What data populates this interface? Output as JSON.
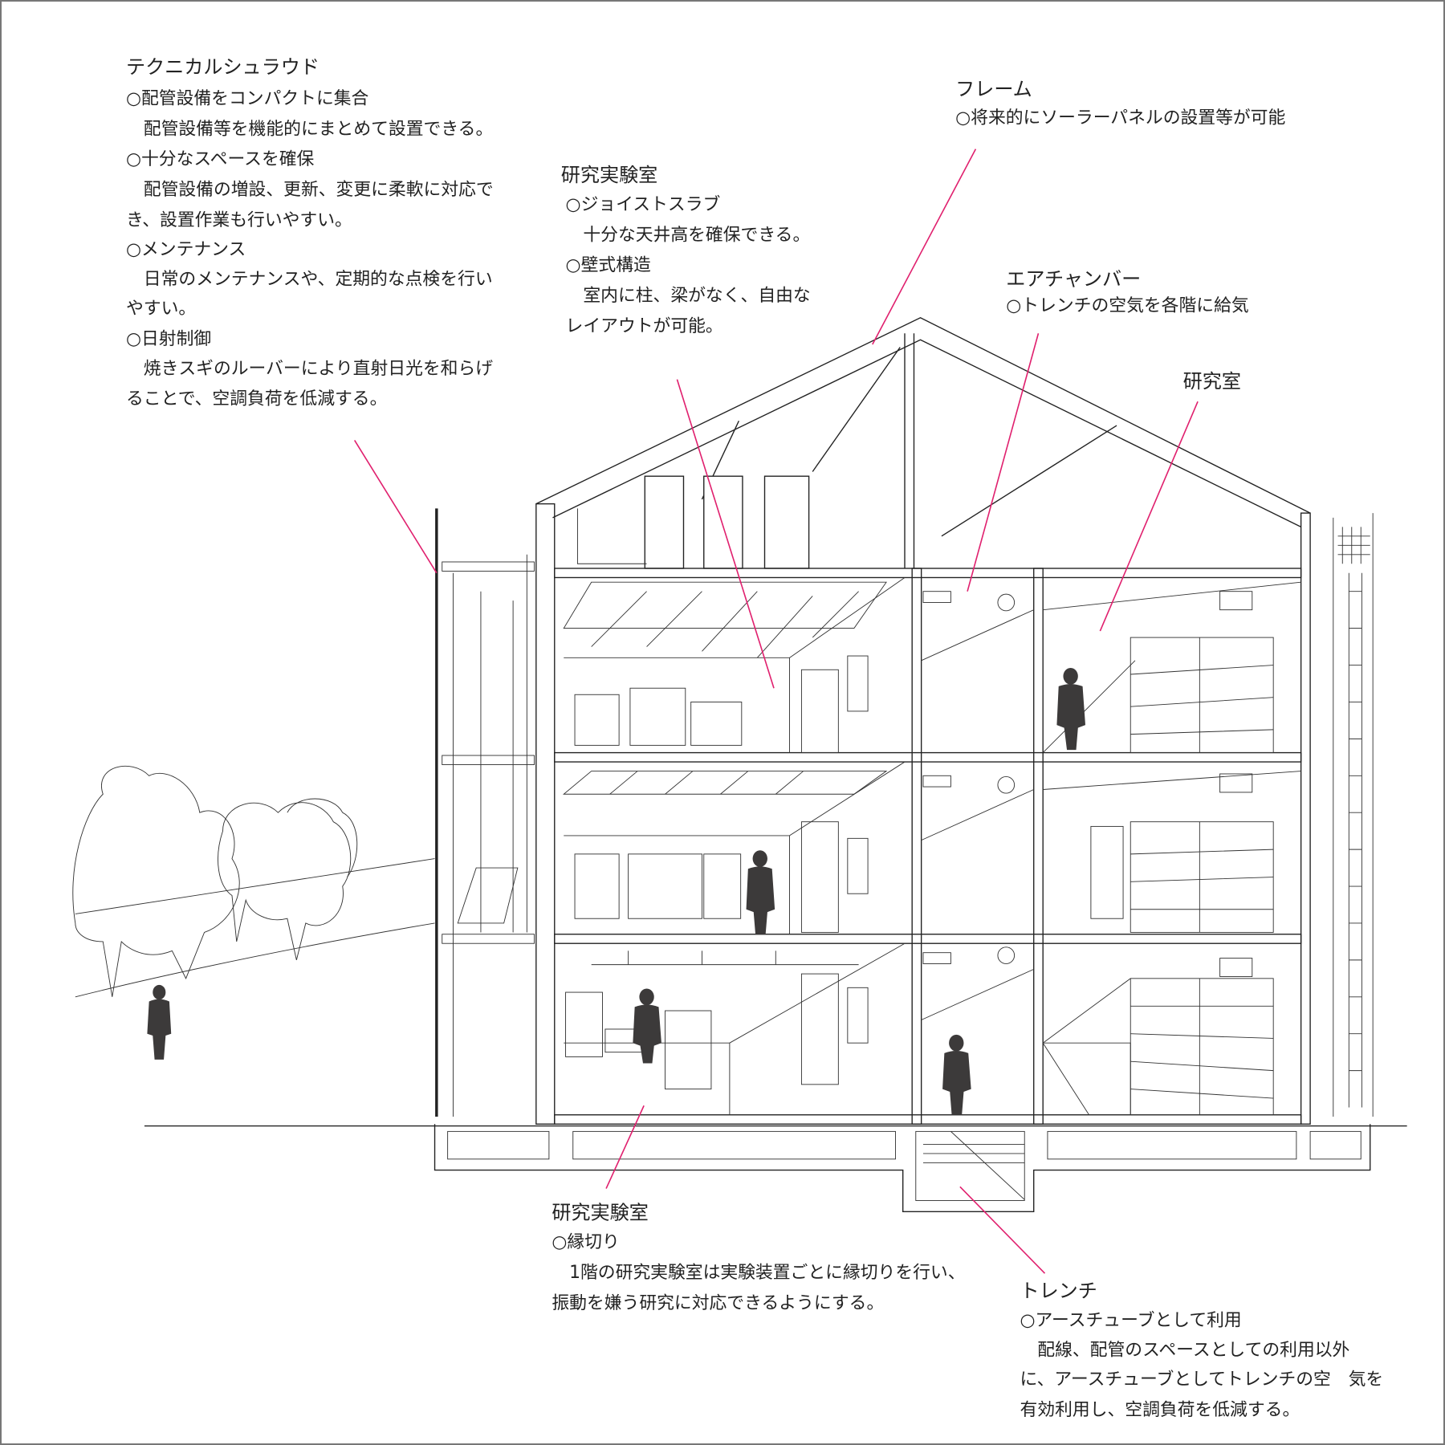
{
  "annotations": {
    "shroud": {
      "title": "テクニカルシュラウド",
      "lines": [
        "○配管設備をコンパクトに集合",
        "　配管設備等を機能的にまとめて設置できる。",
        "○十分なスペースを確保",
        "　配管設備の増設、更新、変更に柔軟に対応で",
        "き、設置作業も行いやすい。",
        "○メンテナンス",
        "　日常のメンテナンスや、定期的な点検を行い",
        "やすい。",
        "○日射制御",
        "　焼きスギのルーバーにより直射日光を和らげ",
        "ることで、空調負荷を低減する。"
      ]
    },
    "frame": {
      "title": "フレーム",
      "lines": [
        "○将来的にソーラーパネルの設置等が可能"
      ]
    },
    "lab_upper": {
      "title": "研究実験室",
      "lines": [
        "○ジョイストスラブ",
        "　十分な天井高を確保できる。",
        "○壁式構造",
        "　室内に柱、梁がなく、自由な",
        "レイアウトが可能。"
      ]
    },
    "air_chamber": {
      "title": "エアチャンバー",
      "lines": [
        "○トレンチの空気を各階に給気"
      ]
    },
    "study_room": {
      "title": "研究室"
    },
    "lab_lower": {
      "title": "研究実験室",
      "lines": [
        "○縁切り",
        "　1階の研究実験室は実験装置ごとに縁切りを行い、",
        "振動を嫌う研究に対応できるようにする。"
      ]
    },
    "trench": {
      "title": "トレンチ",
      "lines": [
        "○アースチューブとして利用",
        "　配線、配管のスペースとしての利用以外",
        "に、アースチューブとしてトレンチの空　気を",
        "有効利用し、空調負荷を低減する。"
      ]
    }
  },
  "colors": {
    "leader": "#e0206e",
    "silhouette": "#3c3a3a",
    "line": "#222222"
  }
}
